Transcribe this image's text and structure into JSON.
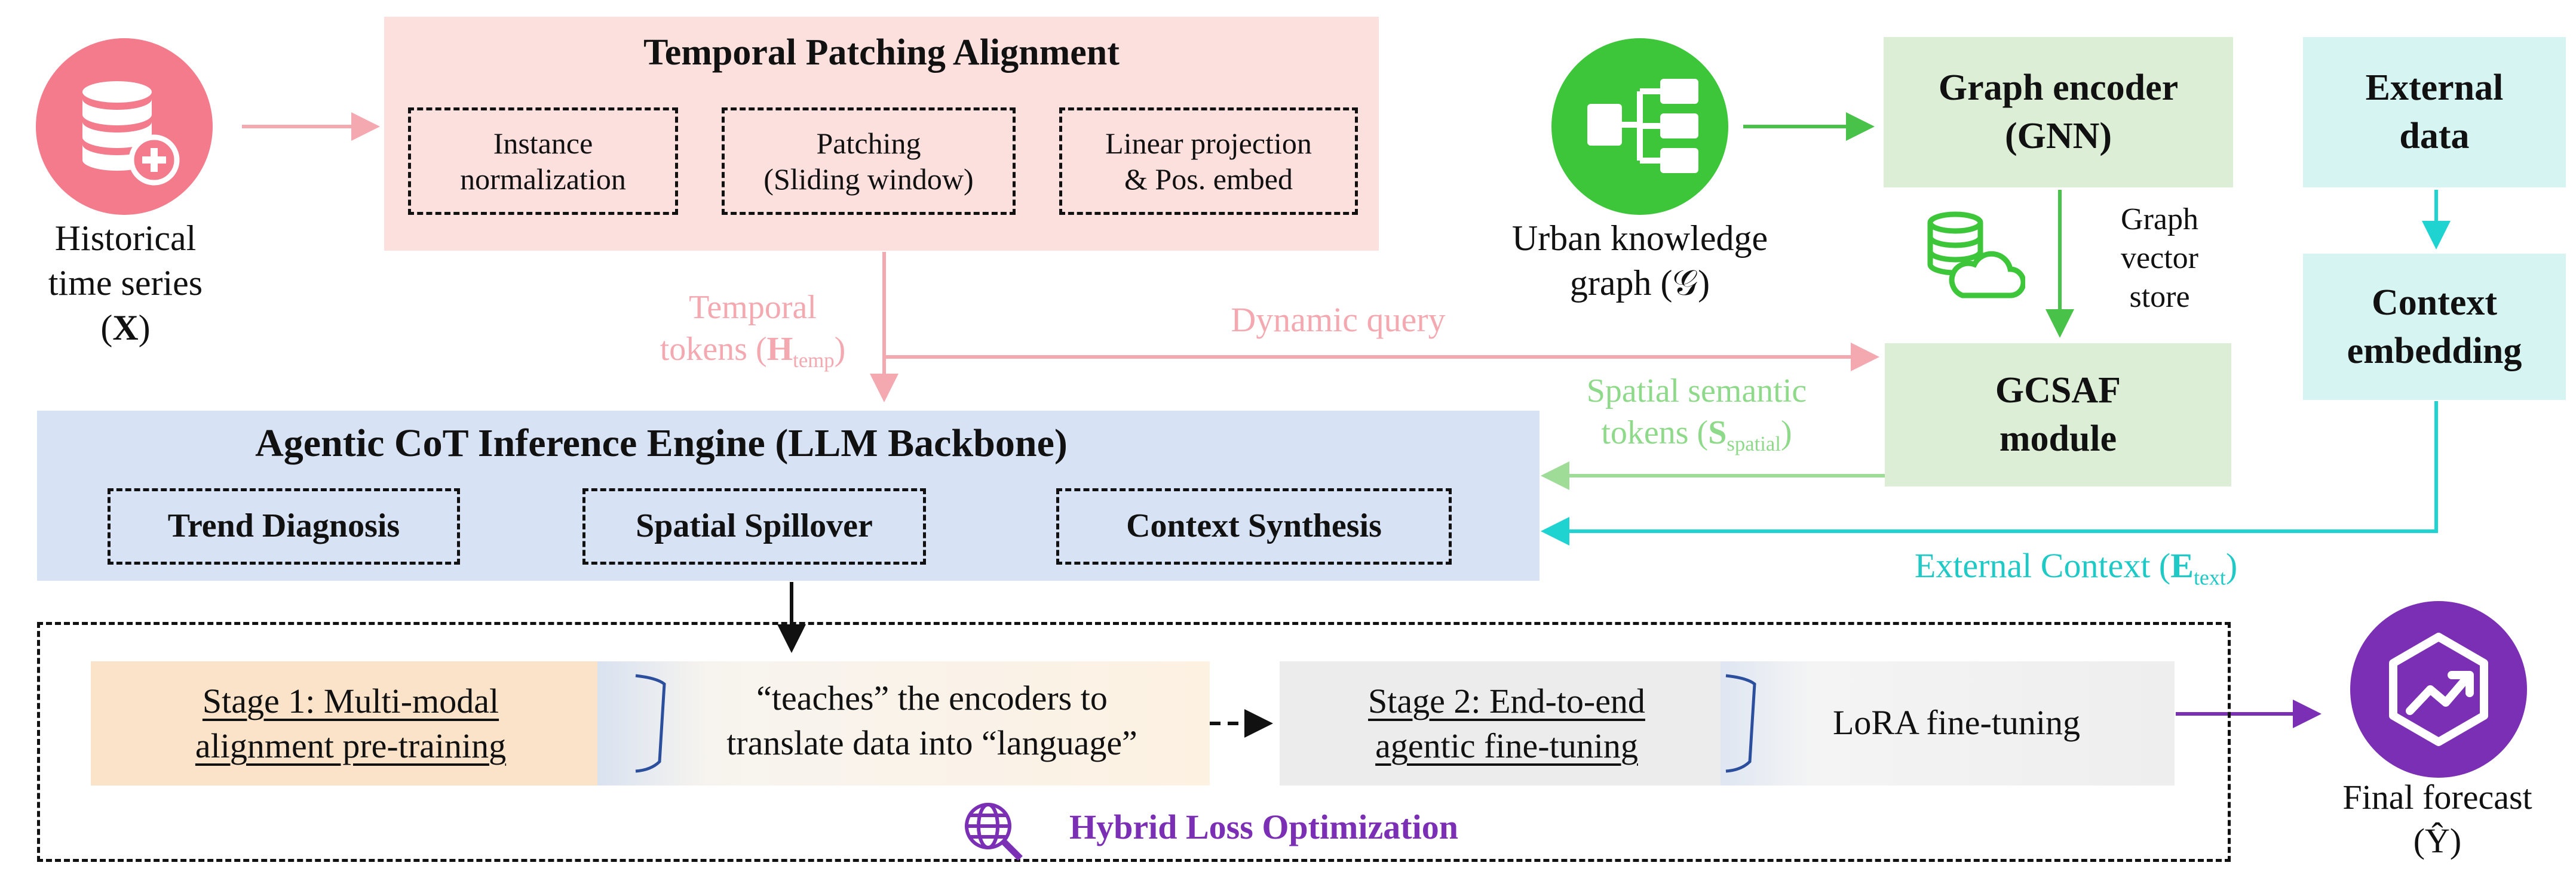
{
  "colors": {
    "pink_box": "#fbe0de",
    "pink_arrow": "#f4a9b1",
    "pink_icon": "#f37b8c",
    "green_box": "#dcefd6",
    "green_icon": "#3ec63a",
    "green_arrow": "#49c24a",
    "light_green_text": "#8fd98a",
    "cyan_box": "#d6f5f2",
    "cyan_arrow": "#1fd4d0",
    "blue_box": "#d7e3f4",
    "purple": "#7b2fb5",
    "orange_box": "#fbe3c9",
    "gray_box": "#ececec"
  },
  "icons": [
    "database-add-icon",
    "hierarchy-tree-icon",
    "database-cloud-icon",
    "search-globe-icon",
    "chart-trend-up-icon"
  ],
  "historical": {
    "line1": "Historical",
    "line2_pre": "time series (",
    "line2_sym": "X",
    "line2_post": ")"
  },
  "tpa": {
    "title": "Temporal Patching Alignment",
    "step1_l1": "Instance",
    "step1_l2": "normalization",
    "step2_l1": "Patching",
    "step2_l2": "(Sliding window)",
    "step3_l1": "Linear projection",
    "step3_l2": "& Pos. embed"
  },
  "temporal_tokens": {
    "line1": "Temporal",
    "line2_pre": "tokens (",
    "sym": "H",
    "sub": "temp",
    "post": ")"
  },
  "dynamic_query": "Dynamic query",
  "urban_kg": {
    "line1": "Urban knowledge",
    "line2": "graph (𝒢)"
  },
  "graph_encoder": {
    "line1": "Graph encoder",
    "line2": "(GNN)"
  },
  "graph_vector_store": {
    "line1": "Graph",
    "line2": "vector",
    "line3": "store"
  },
  "gcsaf": {
    "line1": "GCSAF",
    "line2": "module"
  },
  "external_data": {
    "line1": "External",
    "line2": "data"
  },
  "context_embedding": {
    "line1": "Context",
    "line2": "embedding"
  },
  "spatial_tokens": {
    "line1": "Spatial semantic",
    "line2_pre": "tokens (",
    "sym": "S",
    "sub": "spatial",
    "post": ")"
  },
  "external_context": {
    "pre": "External Context (",
    "sym": "E",
    "sub": "text",
    "post": ")"
  },
  "cot": {
    "title": "Agentic CoT Inference Engine (LLM Backbone)",
    "step1": "Trend Diagnosis",
    "step2": "Spatial Spillover",
    "step3": "Context Synthesis"
  },
  "stage1": {
    "line1": "Stage 1: Multi-modal",
    "line2": "alignment pre-training"
  },
  "stage1_desc": {
    "line1": "“teaches” the encoders to",
    "line2": "translate data into “language”"
  },
  "stage2": {
    "line1": "Stage 2: End-to-end",
    "line2": "agentic fine-tuning"
  },
  "stage2_desc": "LoRA fine-tuning",
  "hybrid_loss": "Hybrid Loss Optimization",
  "final_forecast": {
    "line1": "Final forecast",
    "line2": "(Ŷ)"
  }
}
